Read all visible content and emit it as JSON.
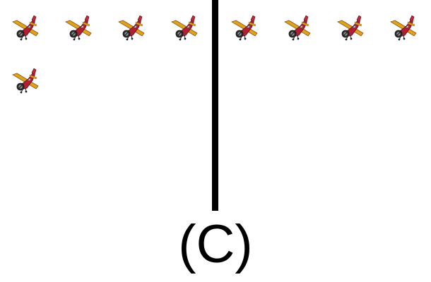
{
  "caption": "(C)",
  "icon": "airplane-icon",
  "colors": {
    "divider": "#000000",
    "plane_wing": "#e0a020",
    "plane_body": "#b02030",
    "plane_dark": "#202020",
    "plane_grey": "#909090"
  },
  "left_group": {
    "count": 5
  },
  "right_group": {
    "count": 4
  }
}
